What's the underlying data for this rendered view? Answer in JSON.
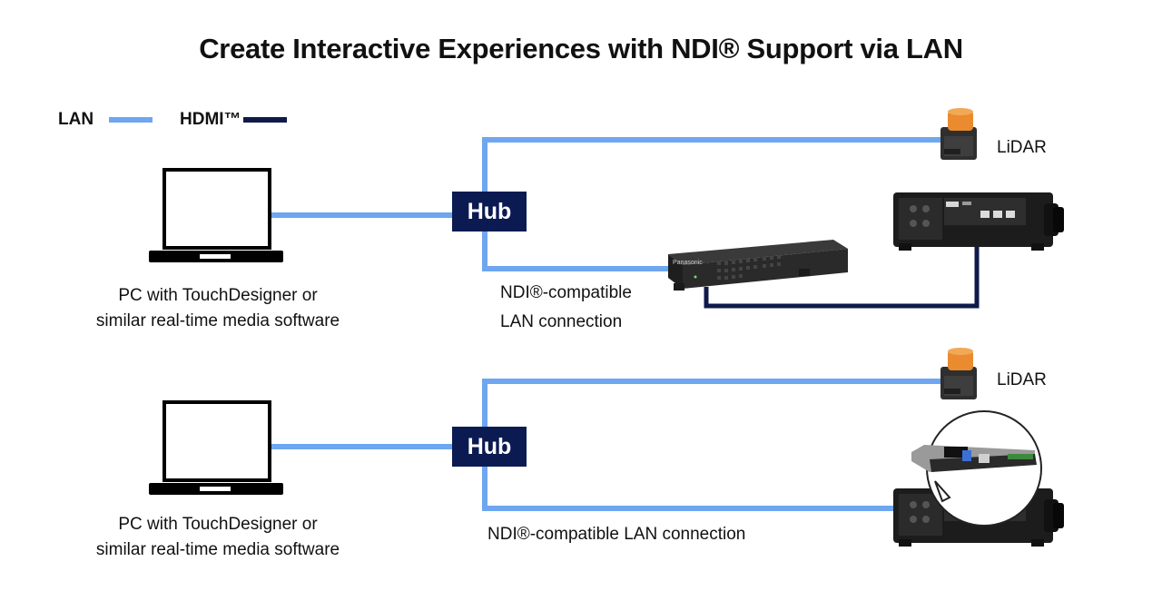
{
  "title": "Create Interactive Experiences with NDI® Support via LAN",
  "legend": [
    {
      "label": "LAN",
      "color": "#6ea6f0"
    },
    {
      "label": "HDMI™",
      "color": "#0f1a4a"
    }
  ],
  "colors": {
    "lan": "#6ea6f0",
    "hdmi": "#0f1a4a",
    "hub": "#0c1a52"
  },
  "top": {
    "hub_label": "Hub",
    "lidar_label": "LiDAR",
    "pc_line1": "PC with TouchDesigner or",
    "pc_line2": "similar real-time media software",
    "conn_line1": "NDI®-compatible",
    "conn_line2": "LAN connection",
    "brand": "Panasonic"
  },
  "bottom": {
    "hub_label": "Hub",
    "lidar_label": "LiDAR",
    "pc_line1": "PC with TouchDesigner or",
    "pc_line2": "similar real-time media software",
    "conn": "NDI®-compatible LAN connection"
  }
}
